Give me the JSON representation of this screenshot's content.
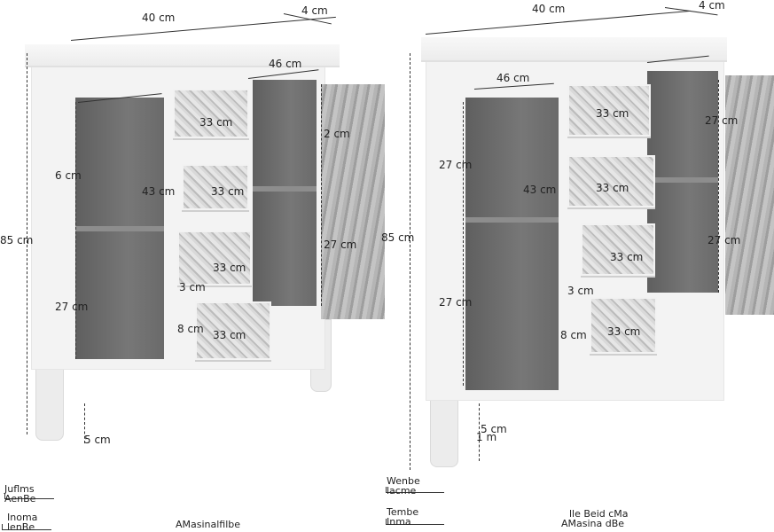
{
  "left_cabinet": {
    "dims": {
      "top_width": "40 cm",
      "top_depth": "4 cm",
      "inner_width": "46 cm",
      "drawer_width": "33 cm",
      "drawer_height": "3 cm",
      "shelf_depth": "43 cm",
      "compartment_height_upper": "27 cm",
      "compartment_height_lower": "27 cm",
      "right_height": "27 cm",
      "total_height": "85 cm",
      "side_label": "6 cm",
      "leg_height": "5 cm",
      "small_a": "2 cm",
      "small_b": "8 cm"
    },
    "captions": [
      "Juflms AenBe",
      "Inoma lenBe",
      "AMasinalfilbe"
    ]
  },
  "right_cabinet": {
    "dims": {
      "top_width": "40 cm",
      "top_depth": "4 cm",
      "inner_width": "46 cm",
      "drawer_width": "33 cm",
      "drawer_height": "3 cm",
      "shelf_depth": "43 cm",
      "compartment_height_upper": "27 cm",
      "compartment_height_lower": "27 cm",
      "right_height": "27 cm",
      "total_height": "85 cm",
      "leg_height": "5 cm",
      "leg_width": "1 m",
      "small_b": "8 cm"
    },
    "captions": [
      "Wenbe lacme",
      "Tembe Inma",
      "lle Beid cMa",
      "AMasina dBe"
    ]
  }
}
